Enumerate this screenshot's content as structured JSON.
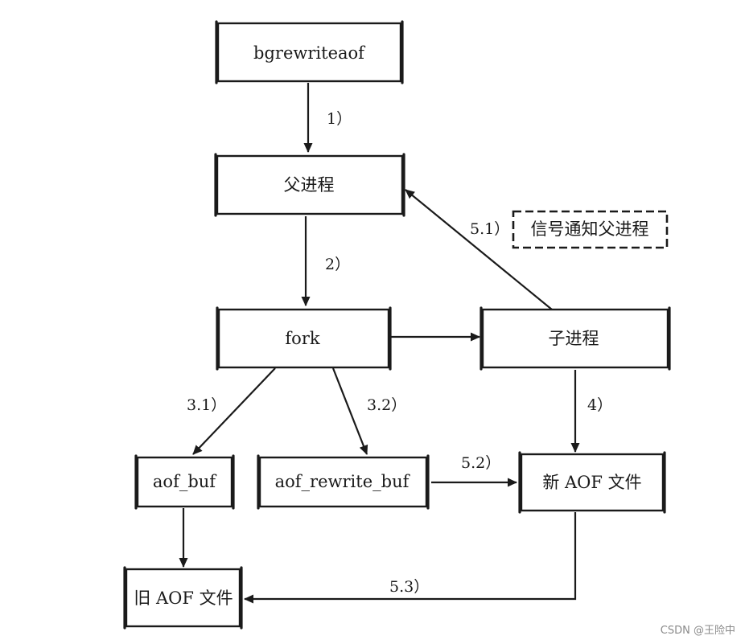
{
  "nodes": {
    "bgrewriteaof": {
      "label": "bgrewriteaof"
    },
    "parent_process": {
      "label": "父进程"
    },
    "fork": {
      "label": "fork"
    },
    "child_process": {
      "label": "子进程"
    },
    "signal_notice": {
      "label": "信号通知父进程"
    },
    "aof_buf": {
      "label": "aof_buf"
    },
    "aof_rewrite_buf": {
      "label": "aof_rewrite_buf"
    },
    "new_aof_file": {
      "label": "新 AOF 文件"
    },
    "old_aof_file": {
      "label": "旧 AOF 文件"
    }
  },
  "edges": [
    {
      "from": "bgrewriteaof",
      "to": "parent_process",
      "label": "1）"
    },
    {
      "from": "parent_process",
      "to": "fork",
      "label": "2）"
    },
    {
      "from": "fork",
      "to": "child_process",
      "label": ""
    },
    {
      "from": "fork",
      "to": "aof_buf",
      "label": "3.1）"
    },
    {
      "from": "fork",
      "to": "aof_rewrite_buf",
      "label": "3.2）"
    },
    {
      "from": "child_process",
      "to": "new_aof_file",
      "label": "4）"
    },
    {
      "from": "child_process",
      "to": "parent_process",
      "label": "5.1）"
    },
    {
      "from": "aof_rewrite_buf",
      "to": "new_aof_file",
      "label": "5.2）"
    },
    {
      "from": "new_aof_file",
      "to": "old_aof_file",
      "label": "5.3）"
    },
    {
      "from": "aof_buf",
      "to": "old_aof_file",
      "label": ""
    }
  ],
  "watermark": "CSDN @王险中"
}
